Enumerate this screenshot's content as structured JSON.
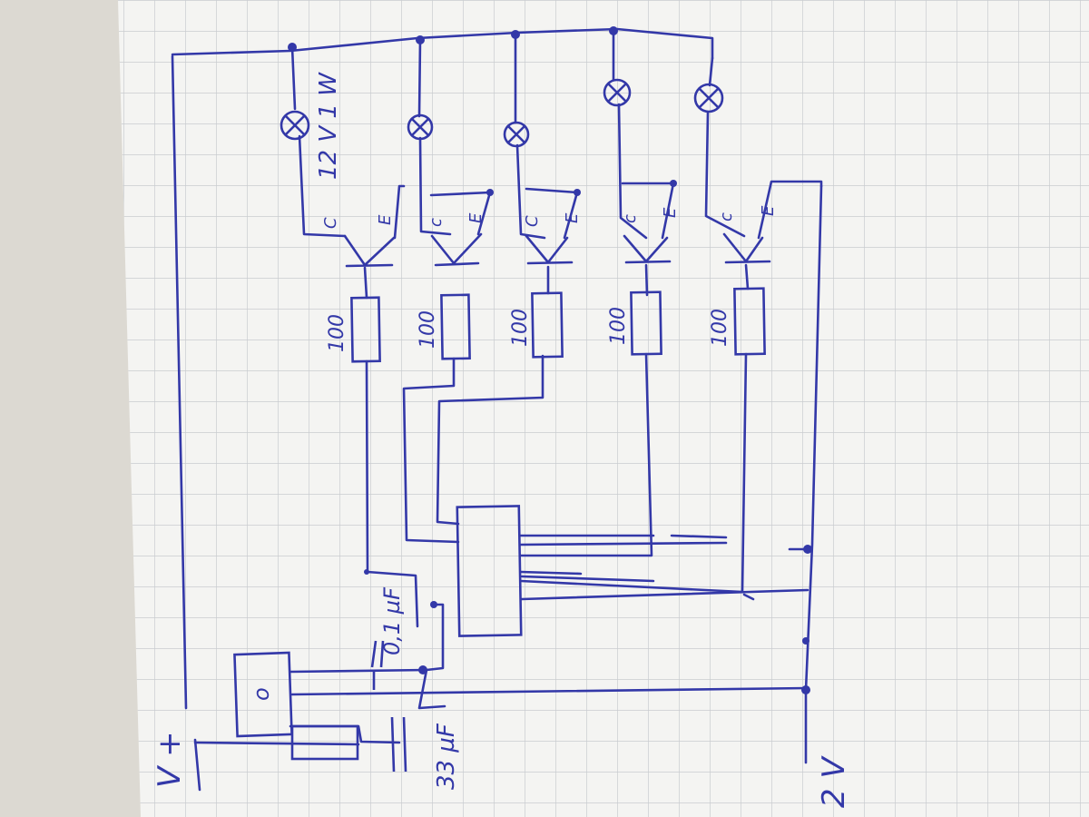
{
  "labels": {
    "supply_positive": "V +",
    "supply_ground": "2 V",
    "lamp_rating": "12 V 1 W",
    "cap_small": "0,1 µF",
    "cap_large": "33 µF",
    "regulator_mark": "o"
  },
  "transistor_pins": {
    "collector": "C",
    "emitter": "E"
  },
  "channels": [
    {
      "resistor": "100",
      "collector": "C",
      "emitter": "E"
    },
    {
      "resistor": "100",
      "collector": "c",
      "emitter": "E"
    },
    {
      "resistor": "100",
      "collector": "C",
      "emitter": "E"
    },
    {
      "resistor": "100",
      "collector": "c",
      "emitter": "E"
    },
    {
      "resistor": "100",
      "collector": "c",
      "emitter": "E"
    }
  ],
  "colors": {
    "ink": "#3338a8",
    "paper": "#f4f4f2",
    "grid": "#c9cccf",
    "desk": "#d9d6cf"
  }
}
